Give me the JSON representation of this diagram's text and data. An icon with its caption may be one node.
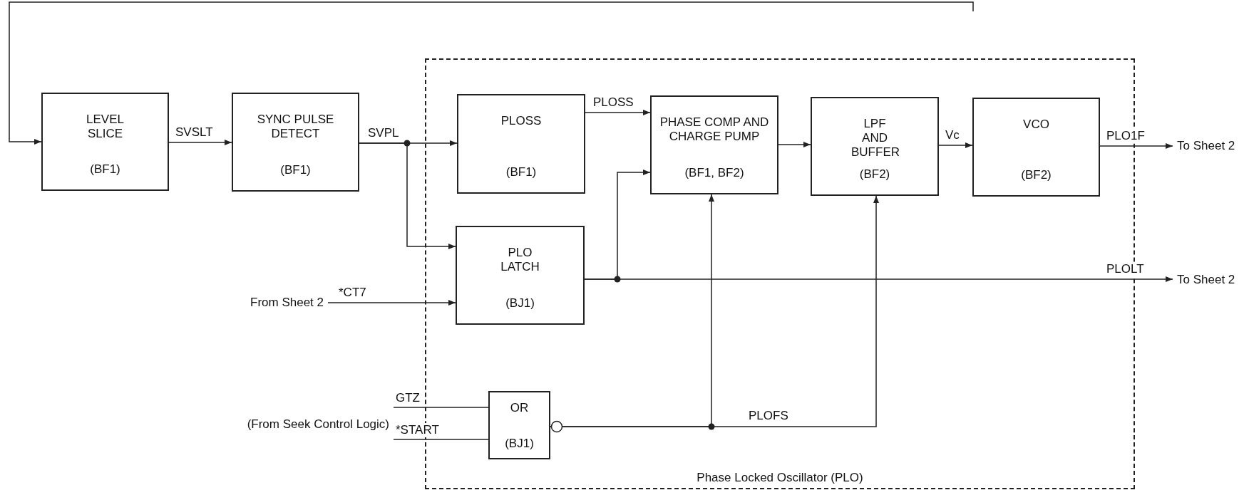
{
  "diagram": {
    "nodes": [
      {
        "text": [
          "LEVEL SLICE",
          "(BF1)"
        ]
      },
      {
        "text": [
          "SYNC PULSE DETECT",
          "(BF1)"
        ]
      },
      {
        "text": [
          "Phase Locked Oscillator (PLO)"
        ]
      },
      {
        "text": [
          "PLOSS",
          "(BF1)"
        ],
        "in": 2
      },
      {
        "text": [
          "PHASE COMP AND CHARGE PUMP",
          "(BF1, BF2)"
        ],
        "in": 2
      },
      {
        "text": [
          "LPF AND BUFFER",
          "(BF2)"
        ],
        "in": 2
      },
      {
        "text": [
          "VCO",
          "(BF2)"
        ],
        "in": 2
      },
      {
        "text": [
          "To Sheet 2"
        ]
      },
      {
        "text": [
          "PLO LATCH",
          "(BJ1)"
        ],
        "in": 2
      },
      {
        "text": [
          "From Sheet 2"
        ]
      },
      {
        "text": [
          "To Sheet 2"
        ]
      },
      {
        "text": [
          "(From Seek Control Logic)"
        ]
      },
      {
        "text": [
          "OR",
          "(BJ1)"
        ],
        "in": 2
      }
    ],
    "edges": [
      {
        "from": null,
        "to": 0,
        "arrow": "to"
      },
      {
        "from": 0,
        "to": 1,
        "arrow": "to",
        "label": "SVSLT"
      },
      {
        "from": 1,
        "to": 3,
        "arrow": "to",
        "label": "SVPL"
      },
      {
        "from": 1,
        "to": 8,
        "arrow": "to"
      },
      {
        "from": 3,
        "to": 4,
        "arrow": "to",
        "label": "PLOSS"
      },
      {
        "from": 8,
        "to": 4,
        "arrow": "to"
      },
      {
        "from": 8,
        "to": 10,
        "arrow": "to",
        "label": "PLOLT"
      },
      {
        "from": 4,
        "to": 5,
        "arrow": "to"
      },
      {
        "from": 5,
        "to": 6,
        "arrow": "to",
        "label": "Vc"
      },
      {
        "from": 6,
        "to": 7,
        "arrow": "to",
        "label": "PLO1F"
      },
      {
        "from": 9,
        "to": 8,
        "arrow": "to",
        "label": "*CT7"
      },
      {
        "from": 12,
        "to": 4,
        "arrow": "to"
      },
      {
        "from": 12,
        "to": 5,
        "arrow": "to",
        "label": "PLOFS"
      },
      {
        "from": 11,
        "to": 12,
        "arrow": "none",
        "label": "GTZ"
      },
      {
        "from": 11,
        "to": 12,
        "arrow": "none",
        "label": "*START"
      }
    ]
  }
}
